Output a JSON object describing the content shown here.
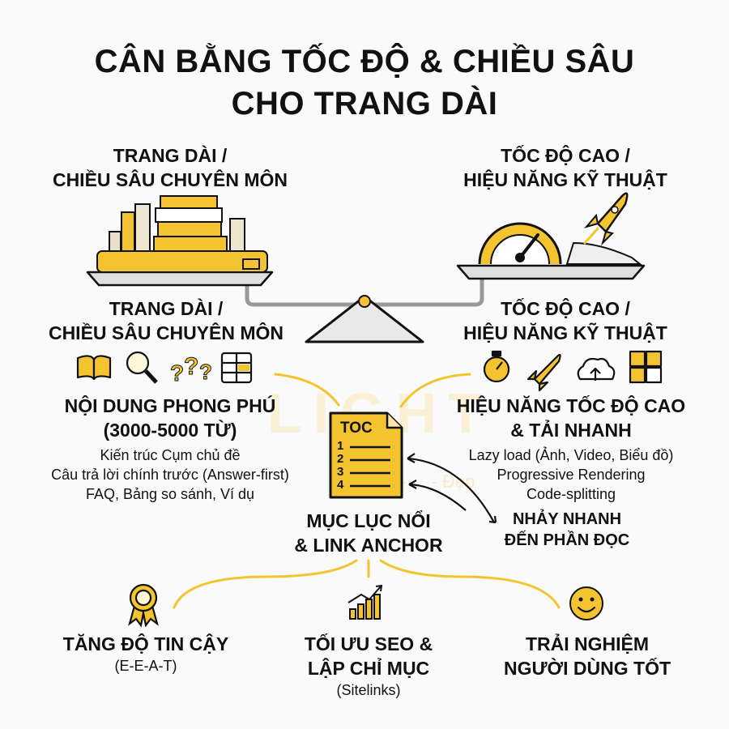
{
  "title": {
    "line1": "CÂN BẰNG TỐC ĐỘ & CHIỀU SÂU",
    "line2": "CHO TRANG DÀI"
  },
  "top_left": {
    "line1": "TRANG DÀI /",
    "line2": "CHIỀU SÂU CHUYÊN MÔN"
  },
  "top_right": {
    "line1": "TỐC ĐỘ CAO /",
    "line2": "HIỆU NĂNG KỸ THUẬT"
  },
  "mid_left": {
    "line1": "TRANG DÀI /",
    "line2": "CHIỀU SÂU CHUYÊN MÔN"
  },
  "mid_right": {
    "line1": "TỐC ĐỘ CAO /",
    "line2": "HIỆU NĂNG KỸ THUẬT"
  },
  "content": {
    "heading1": "NỘI DUNG PHONG PHÚ",
    "heading2": "(3000-5000 TỪ)",
    "items": [
      "Kiến trúc Cụm chủ đề",
      "Câu trả lời chính trước (Answer-first)",
      "FAQ, Bảng so sánh, Ví dụ"
    ]
  },
  "performance": {
    "heading1": "HIỆU NĂNG TỐC ĐỘ CAO",
    "heading2": "& TẢI NHANH",
    "items": [
      "Lazy load (Ảnh, Video, Biểu đồ)",
      "Progressive Rendering",
      "Code-splitting"
    ]
  },
  "toc": {
    "label": "TOC",
    "numbers": [
      "1",
      "2",
      "3",
      "4"
    ],
    "caption1": "MỤC LỤC NỔI",
    "caption2": "& LINK ANCHOR",
    "jump1": "NHẢY NHANH",
    "jump2": "ĐẾN PHẦN ĐỌC"
  },
  "outcomes": [
    {
      "line1": "TĂNG ĐỘ TIN CẬY",
      "line2": "(E-E-A-T)"
    },
    {
      "line1": "TỐI ƯU SEO &",
      "line2": "LẬP CHỈ MỤC",
      "line3": "(Sitelinks)"
    },
    {
      "line1": "TRẢI NGHIỆM",
      "line2": "NGƯỜI DÙNG TỐT"
    }
  ],
  "watermark": {
    "brand": "LIGHT",
    "tagline": "Nhanh - ... - Đẹp"
  },
  "colors": {
    "accent": "#F4C430",
    "ink": "#111111",
    "plate": "#e6e6e6"
  }
}
